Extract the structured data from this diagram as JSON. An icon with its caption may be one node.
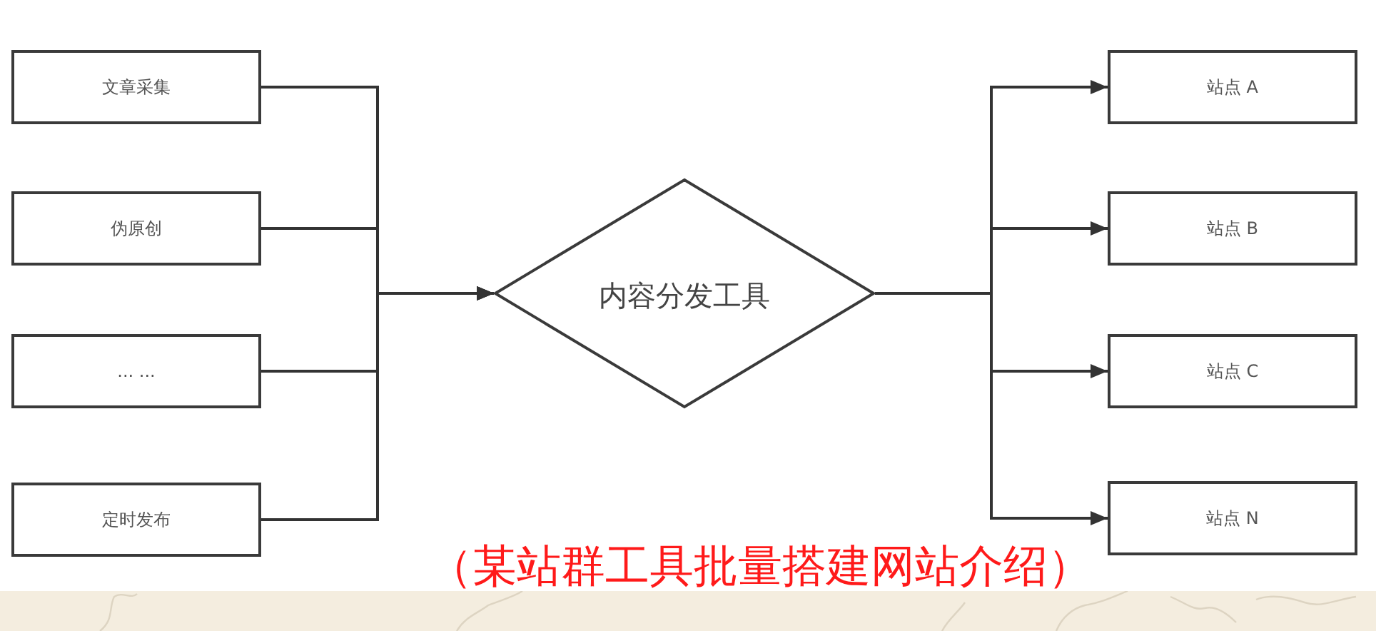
{
  "diagram": {
    "caption": "（某站群工具批量搭建网站介绍）",
    "nodes": [
      {
        "text": [
          "文章采集"
        ]
      },
      {
        "text": [
          "伪原创"
        ]
      },
      {
        "text": [
          "... ..."
        ]
      },
      {
        "text": [
          "定时发布"
        ]
      },
      {
        "text": [
          "内容分发工具"
        ]
      },
      {
        "text": [
          "站点 A"
        ]
      },
      {
        "text": [
          "站点 B"
        ]
      },
      {
        "text": [
          "站点 C"
        ]
      },
      {
        "text": [
          "站点 N"
        ]
      }
    ],
    "edges": [
      {
        "from": 0,
        "to": 4,
        "arrow": "to"
      },
      {
        "from": 1,
        "to": 4,
        "arrow": "to"
      },
      {
        "from": 2,
        "to": 4,
        "arrow": "to"
      },
      {
        "from": 3,
        "to": 4,
        "arrow": "to"
      },
      {
        "from": 4,
        "to": 5,
        "arrow": "to"
      },
      {
        "from": 4,
        "to": 6,
        "arrow": "to"
      },
      {
        "from": 4,
        "to": 7,
        "arrow": "to"
      },
      {
        "from": 4,
        "to": 8,
        "arrow": "to"
      }
    ]
  }
}
